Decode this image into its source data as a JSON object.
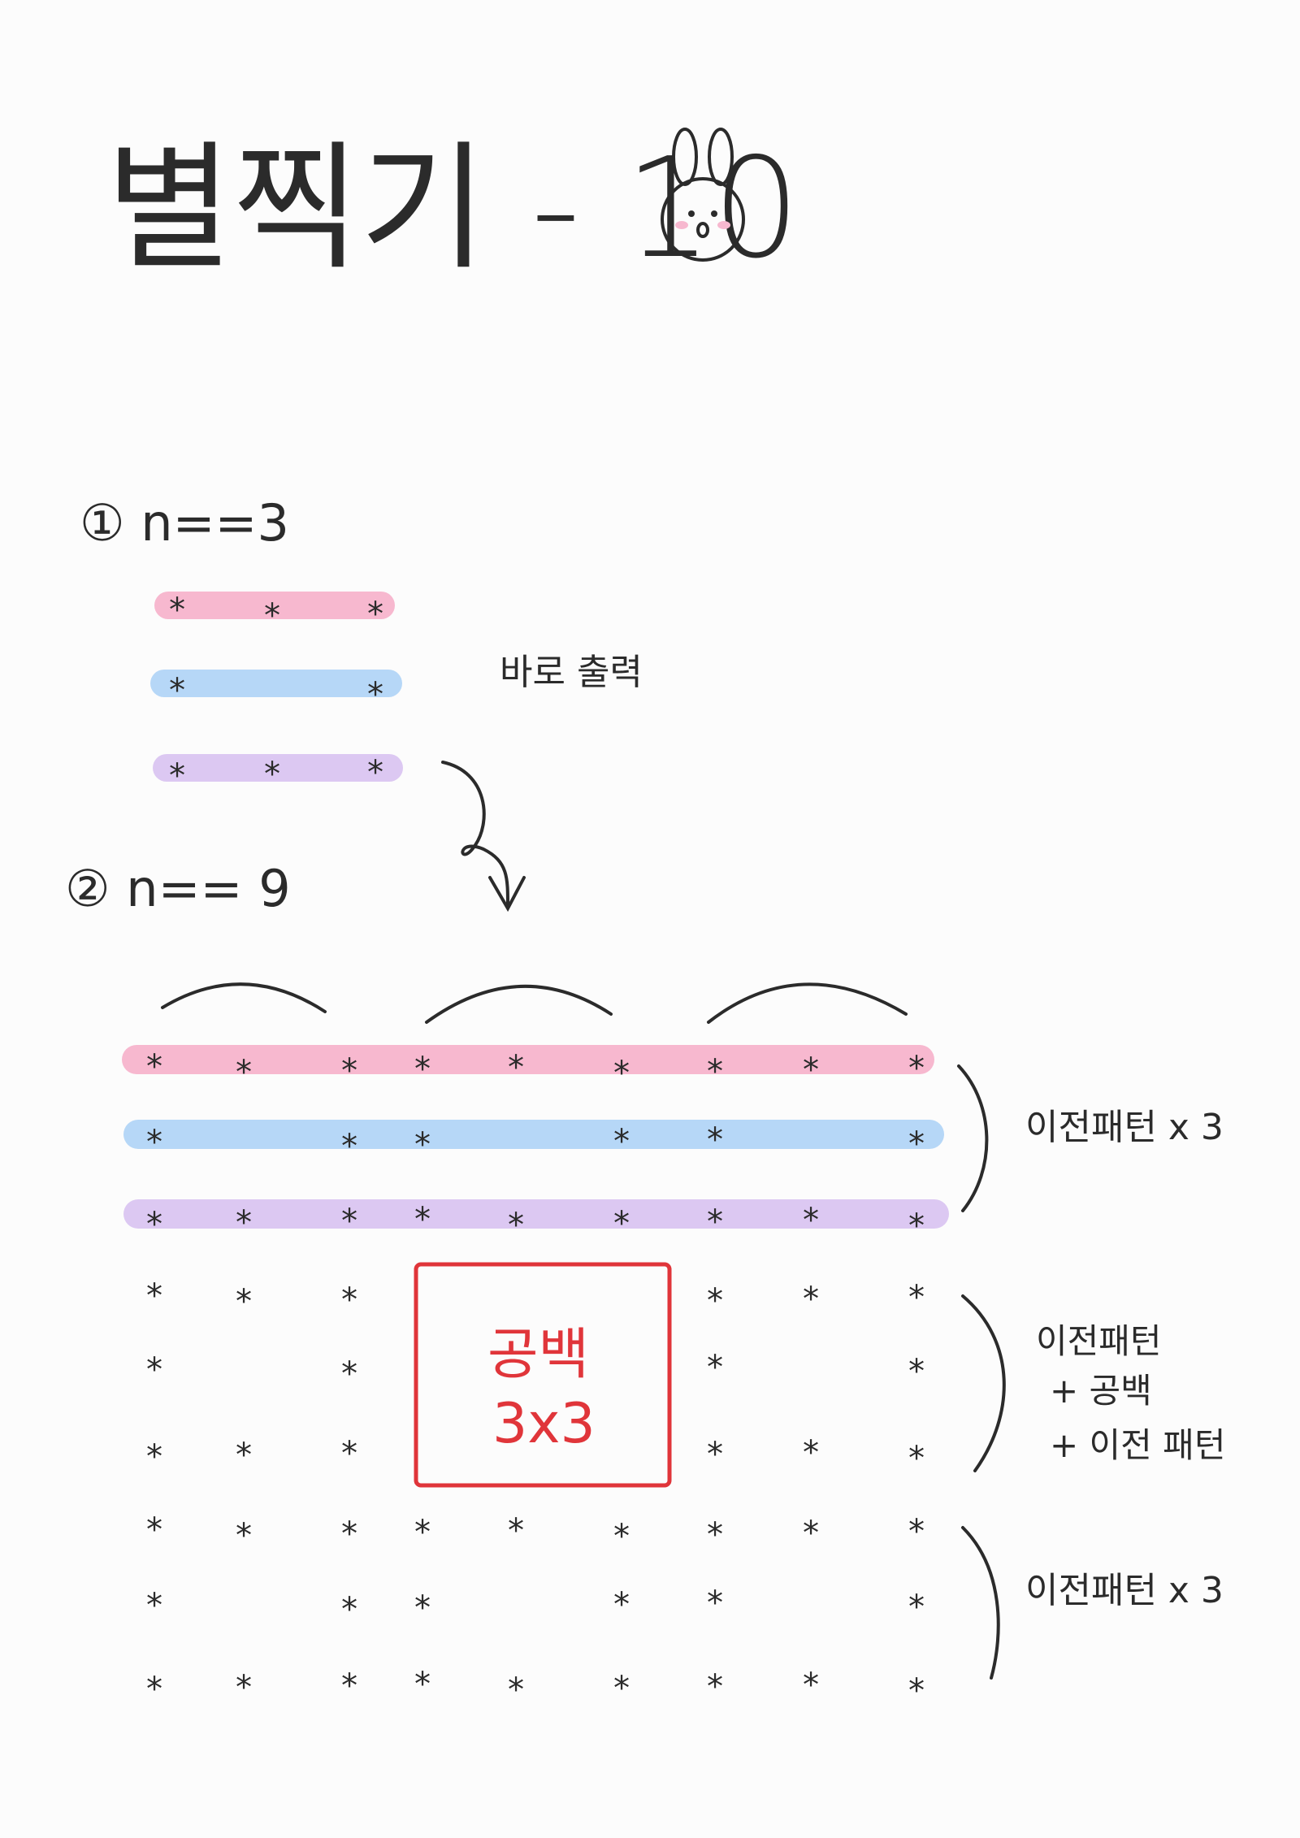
{
  "title": "별찍기 - 10",
  "bunny_icon": "bunny-face-icon",
  "step1": {
    "label": "① n==3",
    "note": "바로 출력"
  },
  "step2": {
    "label": "② n== 9"
  },
  "star_glyph": "*",
  "blank_box": {
    "line1": "공백",
    "line2": "3x3"
  },
  "notes": {
    "group1": "이전패턴 x 3",
    "group2_line1": "이전패턴",
    "group2_line2": "+ 공백",
    "group2_line3": "+ 이전 패턴",
    "group3": "이전패턴 x 3"
  },
  "colors": {
    "row1": "#f7b8cf",
    "row2": "#b6d7f7",
    "row3": "#dcc8f2",
    "blank_box": "#e0353a",
    "ink": "#2b2b2b"
  },
  "pattern3": [
    "***",
    "* *",
    "***"
  ],
  "pattern9": [
    "*********",
    "* ** ** *",
    "*********",
    "***   ***",
    "* *   * *",
    "***   ***",
    "*********",
    "* ** ** *",
    "*********"
  ]
}
